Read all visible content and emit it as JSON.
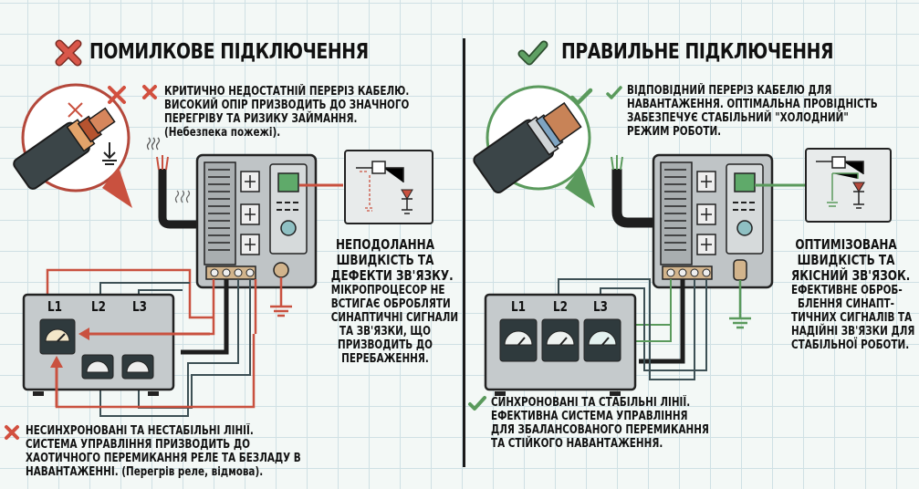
{
  "left_panel": {
    "title": "ПОМИЛКОВЕ ПІДКЛЮЧЕННЯ",
    "title_icon": "cross-icon",
    "accent_color": "#d2503f",
    "cable_note": {
      "lines": [
        "КРИТИЧНО НЕДОСТАТНІЙ ПЕРЕРІЗ КАБЕЛЮ.",
        "ВИСОКИЙ ОПІР ПРИЗВОДИТЬ ДО ЗНАЧНОГО",
        "ПЕРЕГРІВУ ТА РИЗИКУ ЗАЙМАННЯ.",
        "(Небезпека пожежі)."
      ]
    },
    "speed_note": {
      "lines": [
        "НЕПОДОЛАННА",
        "ШВИДКІСТЬ ТА",
        "ДЕФЕКТИ ЗВ'ЯЗКУ.",
        "МІКРОПРОЦЕСОР НЕ",
        "ВСТИГАЄ ОБРОБЛЯТИ",
        "СИНАПТИЧНІ СИГНАЛИ",
        "ТА ЗВ'ЯЗКИ, ЩО",
        "ПРИЗВОДИТЬ ДО",
        "ПЕРЕБАЖЕННЯ."
      ]
    },
    "lines_note": {
      "lines": [
        "НЕСИНХРОНОВАНІ ТА НЕСТАБІЛЬНІ ЛІНІЇ.",
        "СИСТЕМА УПРАВЛІННЯ ПРИЗВОДИТЬ ДО",
        "ХАОТИЧНОГО ПЕРЕМИКАННЯ РЕЛЕ ТА БЕЗЛАДУ В",
        "НАВАНТАЖЕННІ. (Перегрів реле, відмова)."
      ]
    },
    "load_labels": [
      "L1",
      "L2",
      "L3"
    ]
  },
  "right_panel": {
    "title": "ПРАВИЛЬНЕ ПІДКЛЮЧЕННЯ",
    "title_icon": "check-icon",
    "accent_color": "#5a9a5c",
    "cable_note": {
      "lines": [
        "ВІДПОВІДНИЙ ПЕРЕРІЗ КАБЕЛЮ ДЛЯ",
        "НАВАНТАЖЕННЯ. ОПТІМАЛЬНА ПРОВІДНІСТЬ",
        "ЗАБЕЗПЕЧУЄ СТАБІЛЬНИЙ \"ХОЛОДНИЙ\"",
        "РЕЖИМ РОБОТИ."
      ]
    },
    "speed_note": {
      "lines": [
        "ОПТИМІЗОВАНА",
        "ШВИДКІСТЬ ТА",
        "ЯКІСНИЙ ЗВ'ЯЗОК.",
        "ЕФЕКТИВНЕ ОБРОБ-",
        "БЛЕННЯ СИНАПТ-",
        "ТИЧНИХ СИГНАЛІВ ТА",
        "НАДІЙНІ ЗВ'ЯЗКИ ДЛЯ",
        "СТАБІЛЬНОЇ РОБОТИ."
      ]
    },
    "lines_note": {
      "lines": [
        "СИНХРОНОВАНІ ТА СТАБІЛЬНІ ЛІНІЇ.",
        "ЕФЕКТИВНА СИСТЕМА УПРАВЛІННЯ",
        "ДЛЯ ЗБАЛАНСОВАНОГО ПЕРЕМИКАННЯ",
        "ТА СТІЙКОГО НАВАНТАЖЕННЯ."
      ]
    },
    "load_labels": [
      "L1",
      "L2",
      "L3"
    ]
  }
}
